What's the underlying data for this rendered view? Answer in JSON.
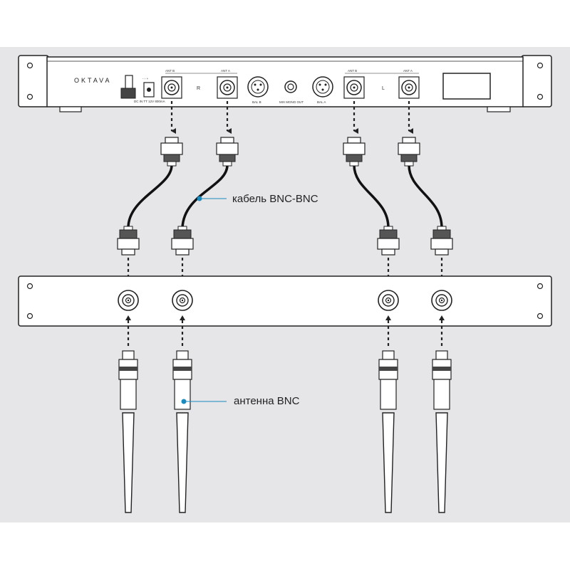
{
  "receiver": {
    "brand": "OKTAVA",
    "power_label": "DC IN TT 12V 800mA",
    "power_symbol": "- ◦ +",
    "channel_r": "R",
    "channel_l": "L",
    "ant_b_label": "ANT B",
    "ant_a_label": "ANT A",
    "bal_b_label": "BAL B",
    "bal_a_label": "BAL A",
    "mix_label": "MIX MONO OUT"
  },
  "callouts": {
    "cable": "кабель BNC-BNC",
    "antenna": "антенна BNC"
  },
  "colors": {
    "frame_bg": "#e6e6e9",
    "line": "#222222",
    "callout_accent": "#1a8bbf"
  }
}
